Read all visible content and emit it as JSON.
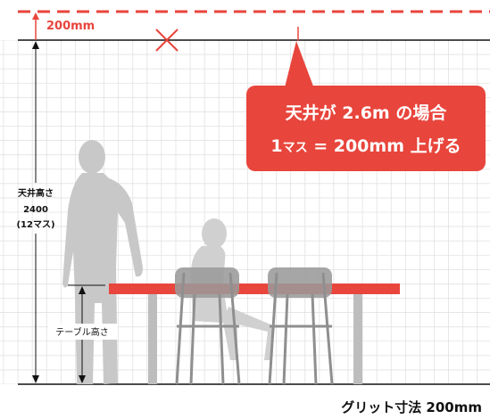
{
  "offset_label": "200mm",
  "callout": {
    "line1": "天井が 2.6m の場合",
    "line2_a": "1",
    "line2_b": "マス",
    "line2_c": " = 200mm 上げる"
  },
  "ceiling_height": {
    "label": "天井高さ",
    "value": "2400",
    "note": "(12マス)"
  },
  "table_height_label": "テーブル高さ",
  "grid_caption": "グリット寸法 200mm",
  "colors": {
    "accent": "#e8453c",
    "line": "#111111",
    "grid": "#d8d8d8",
    "silhouette": "#c8c8c8",
    "chair": "#8f8f8f",
    "table_leg": "#bdbdbd"
  },
  "icons": [
    "cross-icon",
    "up-arrow-icon",
    "down-arrow-icon"
  ]
}
